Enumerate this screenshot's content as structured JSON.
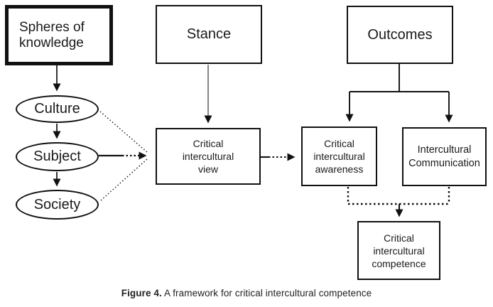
{
  "colors": {
    "ink": "#111111",
    "stance_arrow_gray": "#5a5a5a",
    "background": "#ffffff"
  },
  "diagram": {
    "nodes": {
      "spheres": {
        "label": "Spheres of\nknowledge"
      },
      "stance": {
        "label": "Stance"
      },
      "outcomes": {
        "label": "Outcomes"
      },
      "culture": {
        "label": "Culture"
      },
      "subject": {
        "label": "Subject"
      },
      "society": {
        "label": "Society"
      },
      "view": {
        "label": "Critical\nintercultural\nview"
      },
      "awareness": {
        "label": "Critical\nintercultural\nawareness"
      },
      "communication": {
        "label": "Intercultural\nCommunication"
      },
      "competence": {
        "label": "Critical\nintercultural\ncompetence"
      }
    }
  },
  "figure": {
    "caption_label": "Figure 4.",
    "caption_text": "A framework for critical intercultural competence"
  }
}
